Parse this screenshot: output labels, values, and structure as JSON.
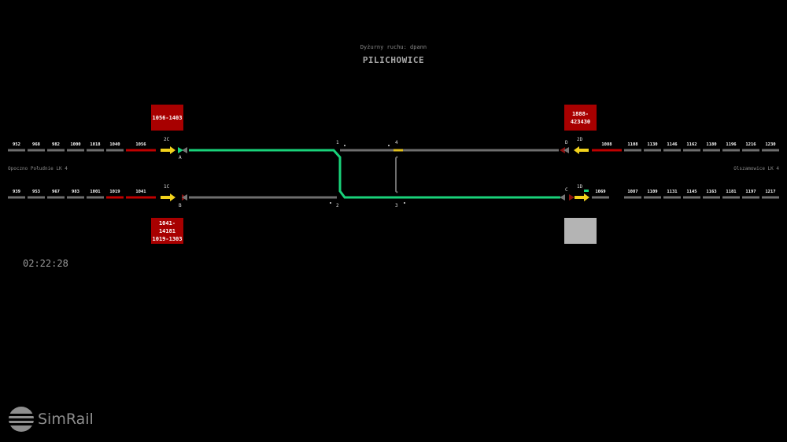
{
  "header": {
    "dispatcher": "Dyżurny ruchu: dpann",
    "station": "PILICHOWICE"
  },
  "clock": "02:22:28",
  "side_labels": {
    "left": "Opoczno Południe LK 4",
    "right": "Olszamowice LK 4"
  },
  "train_boxes": {
    "top_left": [
      "1056-1403"
    ],
    "top_right": [
      "1888-423430"
    ],
    "bottom_left": [
      "1041-14181",
      "1019-1303"
    ]
  },
  "blocks": {
    "upper_left": [
      "952",
      "968",
      "982",
      "1000",
      "1018",
      "1040",
      "1056"
    ],
    "upper_right": [
      "1088",
      "1108",
      "1130",
      "1146",
      "1162",
      "1180",
      "1196",
      "1216",
      "1230"
    ],
    "lower_left": [
      "939",
      "953",
      "967",
      "983",
      "1001",
      "1019",
      "1041"
    ],
    "lower_right": [
      "1069",
      "1087",
      "1109",
      "1131",
      "1145",
      "1163",
      "1181",
      "1197",
      "1217"
    ]
  },
  "signals": {
    "A": "A",
    "B": "B",
    "C": "C",
    "D": "D",
    "2C": "2C",
    "1C": "1C",
    "2D": "2D",
    "1D": "1D"
  },
  "switches": {
    "s1": "1",
    "s2": "2",
    "s3": "3",
    "s4": "4"
  },
  "colors": {
    "track_free": "#6e6e6e",
    "track_occupied": "#c00000",
    "route_set": "#19d27a",
    "arrow_yellow": "#f2d21c",
    "box_red": "#a80000"
  },
  "brand": "SimRail"
}
